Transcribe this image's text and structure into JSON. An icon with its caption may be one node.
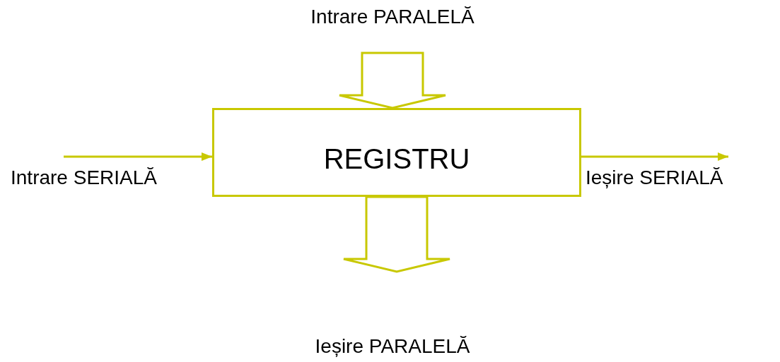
{
  "diagram": {
    "nodes": [
      {
        "text": [
          "REGISTRU"
        ]
      },
      {
        "text": [
          "Intrare PARALELĂ"
        ]
      },
      {
        "text": [
          "Ieșire PARALELĂ"
        ]
      }
    ],
    "edges": [
      {
        "from": 1,
        "to": 0,
        "arrow": "to",
        "style": "thick"
      },
      {
        "from": null,
        "to": 0,
        "arrow": "to",
        "label": "Intrare SERIALĂ"
      },
      {
        "from": 0,
        "to": null,
        "arrow": "to",
        "label": "Ieșire SERIALĂ"
      },
      {
        "from": 0,
        "to": 2,
        "arrow": "to",
        "style": "thick"
      }
    ]
  }
}
